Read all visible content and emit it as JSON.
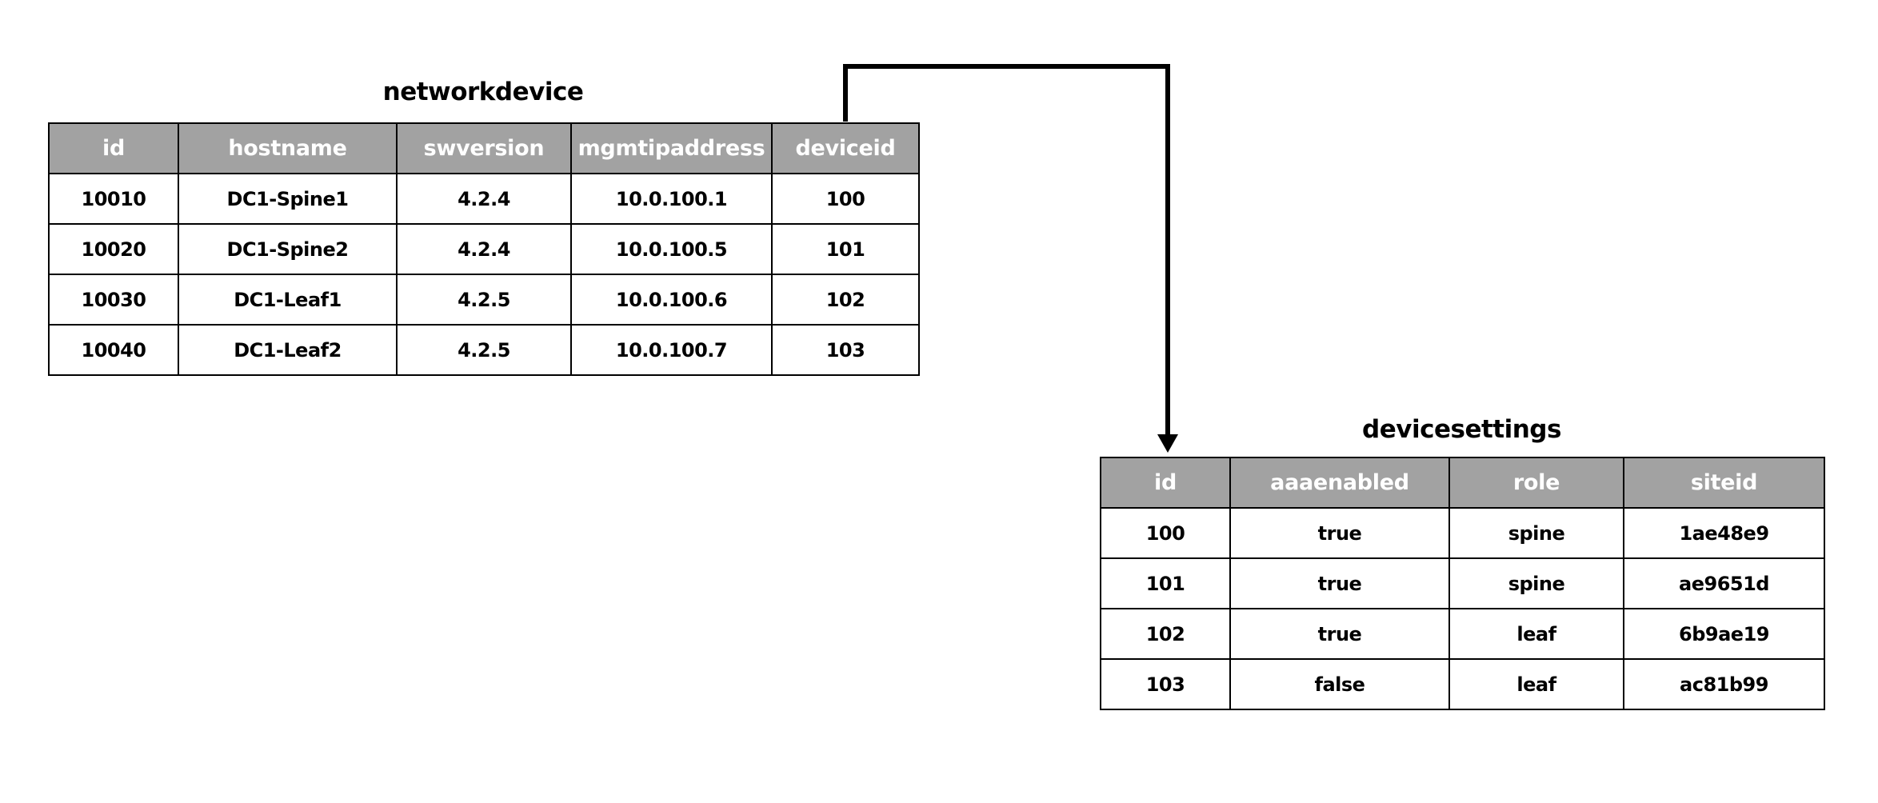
{
  "colors": {
    "header_bg": "#a2a2a2",
    "header_text": "#ffffff",
    "border": "#000000",
    "connector": "#000000"
  },
  "networkdevice": {
    "title": "networkdevice",
    "columns": [
      "id",
      "hostname",
      "swversion",
      "mgmtipaddress",
      "deviceid"
    ],
    "rows": [
      [
        "10010",
        "DC1-Spine1",
        "4.2.4",
        "10.0.100.1",
        "100"
      ],
      [
        "10020",
        "DC1-Spine2",
        "4.2.4",
        "10.0.100.5",
        "101"
      ],
      [
        "10030",
        "DC1-Leaf1",
        "4.2.5",
        "10.0.100.6",
        "102"
      ],
      [
        "10040",
        "DC1-Leaf2",
        "4.2.5",
        "10.0.100.7",
        "103"
      ]
    ]
  },
  "devicesettings": {
    "title": "devicesettings",
    "columns": [
      "id",
      "aaaenabled",
      "role",
      "siteid"
    ],
    "rows": [
      [
        "100",
        "true",
        "spine",
        "1ae48e9"
      ],
      [
        "101",
        "true",
        "spine",
        "ae9651d"
      ],
      [
        "102",
        "true",
        "leaf",
        "6b9ae19"
      ],
      [
        "103",
        "false",
        "leaf",
        "ac81b99"
      ]
    ]
  }
}
